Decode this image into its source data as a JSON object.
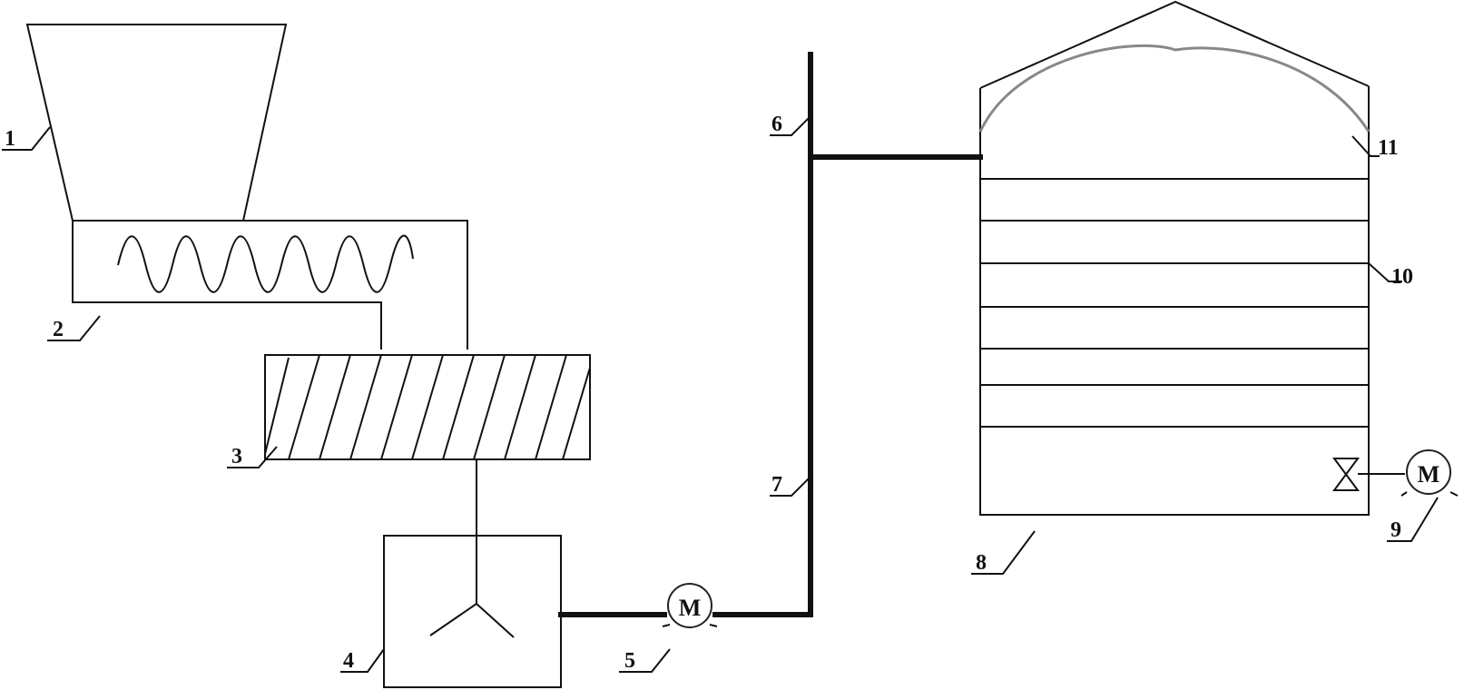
{
  "labels": {
    "l1": "1",
    "l2": "2",
    "l3": "3",
    "l4": "4",
    "l5": "5",
    "l6": "6",
    "l7": "7",
    "l8": "8",
    "l9": "9",
    "l10": "10",
    "l11": "11"
  },
  "motor_letter": "M"
}
